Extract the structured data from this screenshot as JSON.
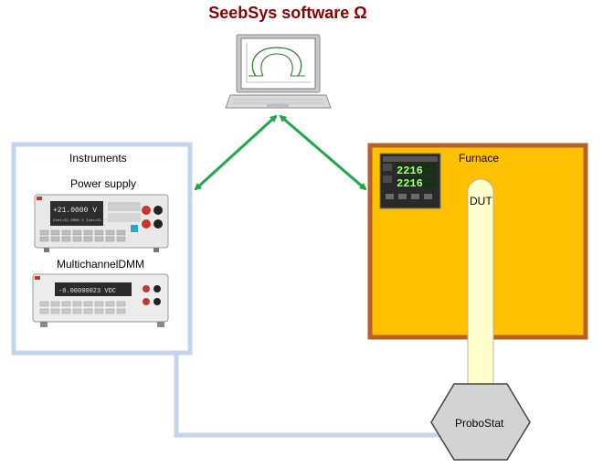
{
  "title": "SeebSys software Ω",
  "instruments": {
    "heading": "Instruments",
    "power_supply": {
      "label": "Power supply",
      "display_main": "+21.0000 V",
      "display_sub": "Vset=21.0000 V  Iset=21.0000 V"
    },
    "dmm": {
      "label": "MultichannelDMM",
      "display_main": "-0.00000023 VDC"
    }
  },
  "furnace": {
    "label": "Furnace",
    "controller_top": "2216",
    "controller_bottom": "2216",
    "dut_label": "DUT"
  },
  "probostat": {
    "label": "ProboStat"
  },
  "colors": {
    "title": "#8b0000",
    "instruments_border": "#c5d6ec",
    "furnace_fill": "#ffc000",
    "furnace_border": "#b8602a",
    "arrow": "#1fa84a",
    "cable": "#c5d6ec",
    "tube": "#ffffcc",
    "probostat_fill": "#d3d3d3",
    "controller_digits": "#a6ff7a"
  }
}
